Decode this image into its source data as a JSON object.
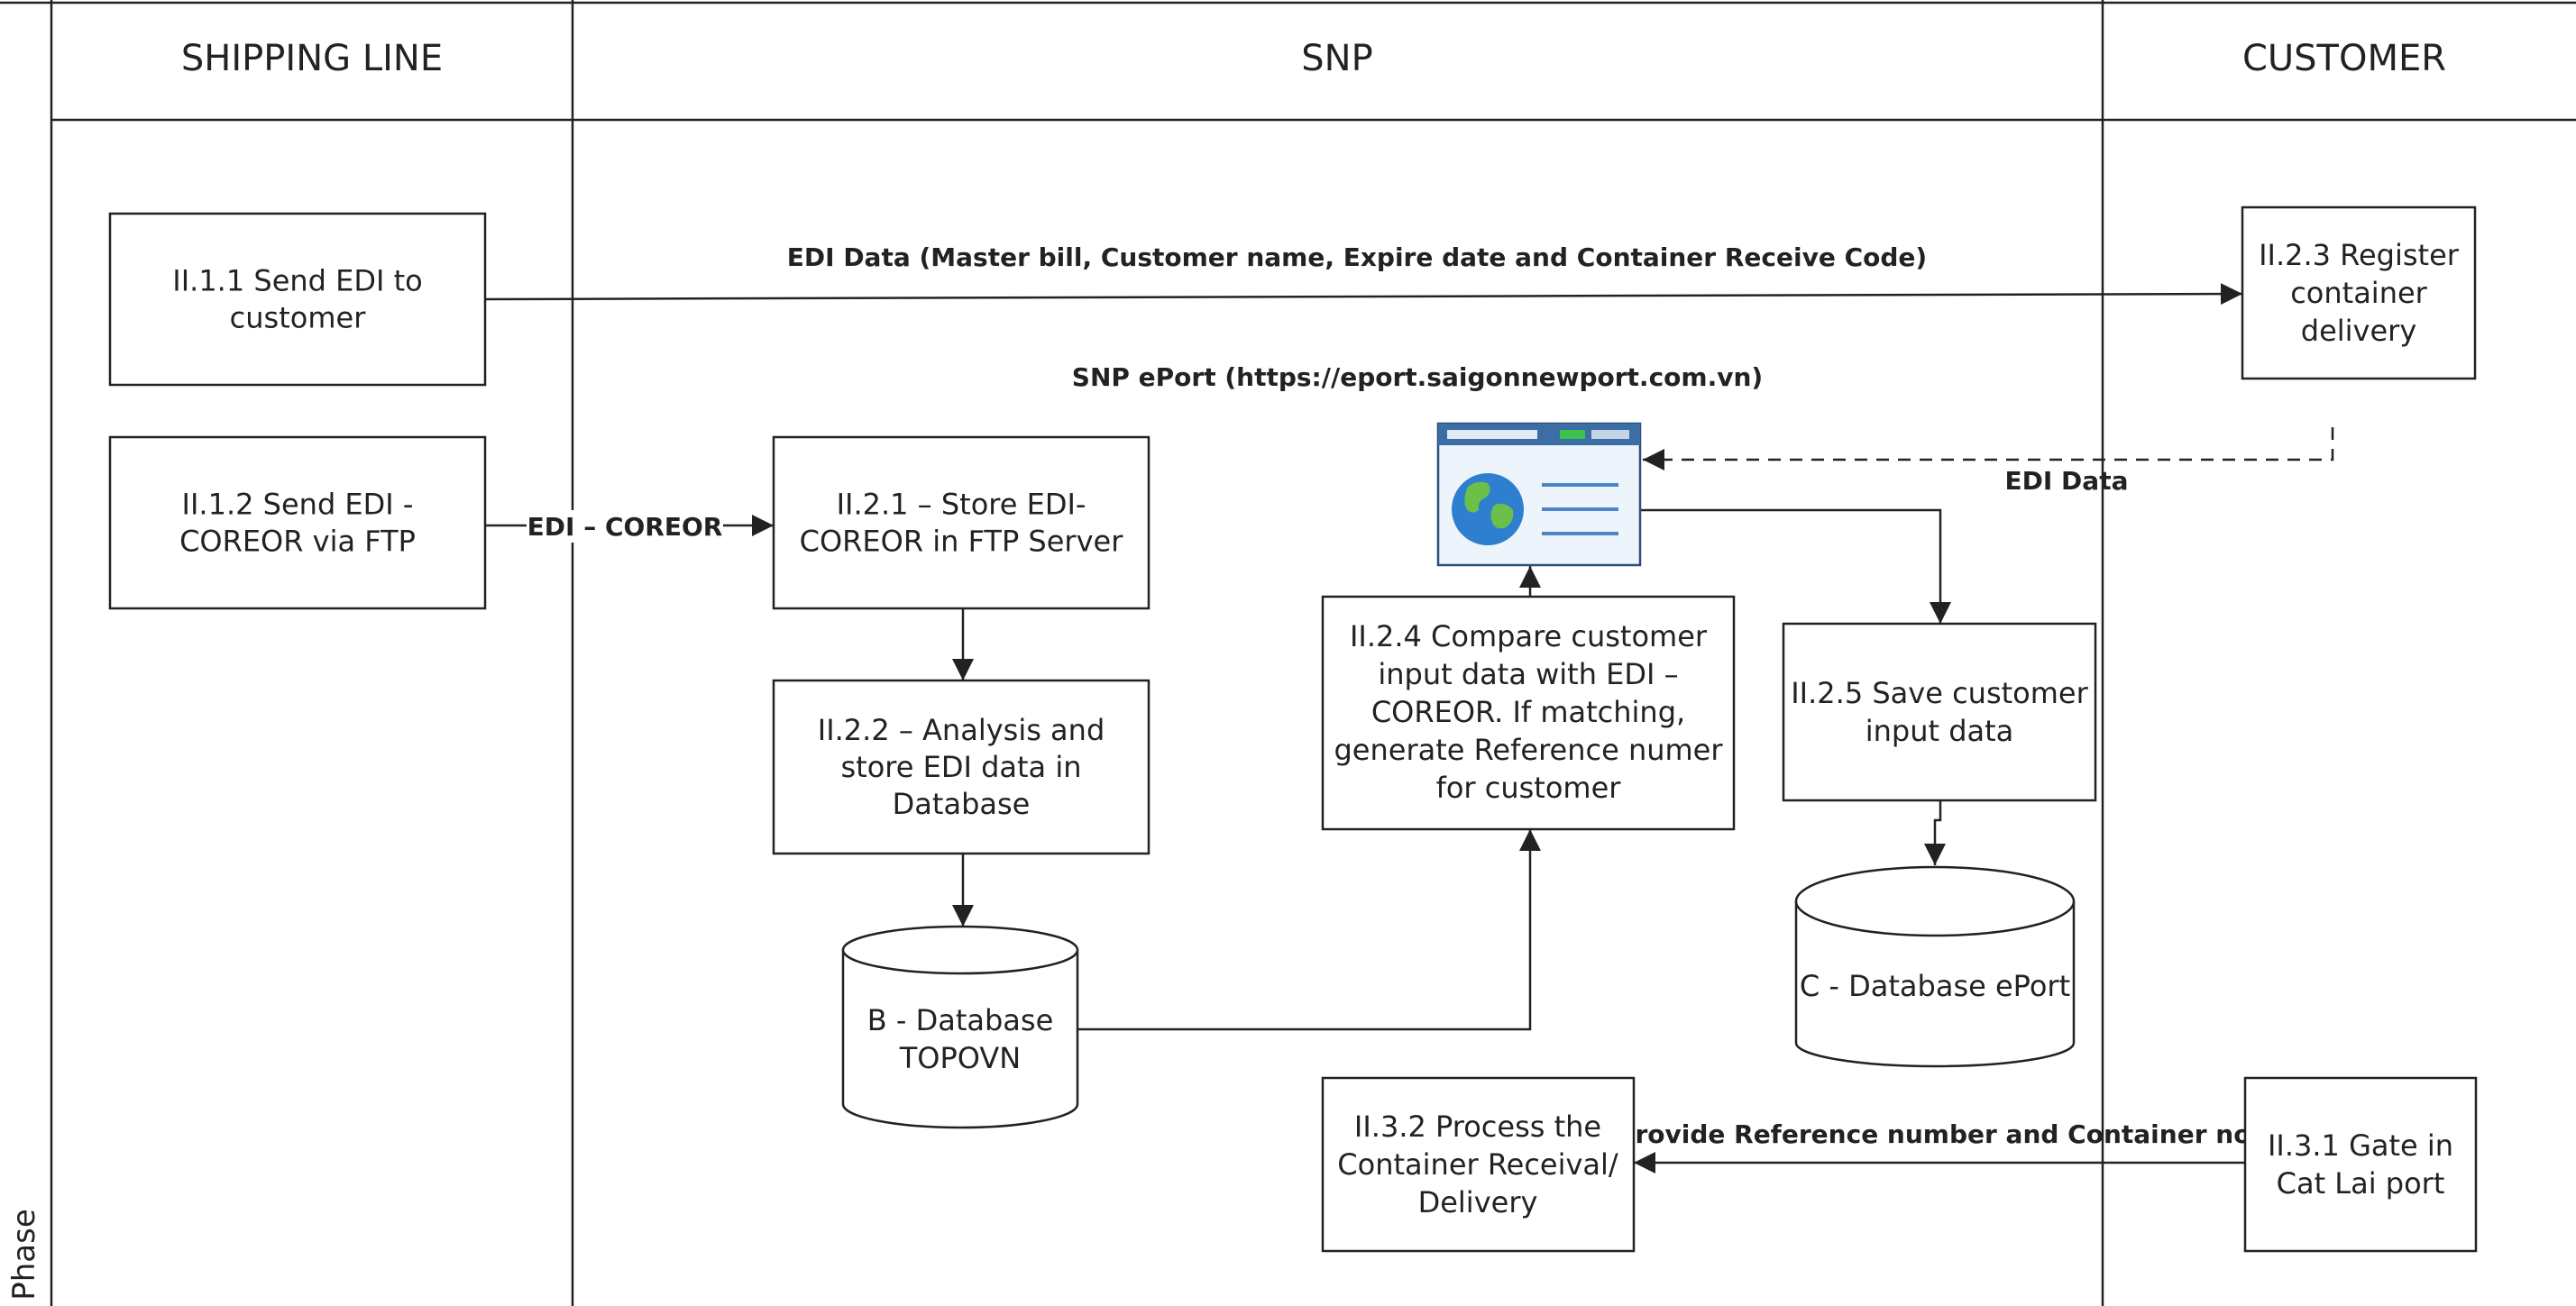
{
  "lanes": {
    "phase_label": "Phase",
    "shipping_line": "SHIPPING LINE",
    "snp": "SNP",
    "customer": "CUSTOMER"
  },
  "nodes": {
    "n_1_1": [
      "II.1.1 Send EDI to",
      "customer"
    ],
    "n_1_2": [
      "II.1.2 Send EDI  -",
      "COREOR via FTP"
    ],
    "n_2_1": [
      "II.2.1 – Store EDI-",
      "COREOR in FTP Server"
    ],
    "n_2_2": [
      "II.2.2 – Analysis and",
      "store EDI data in",
      "Database"
    ],
    "n_2_3": [
      "II.2.3 Register",
      "container",
      "delivery"
    ],
    "n_2_4": [
      "II.2.4 Compare customer",
      "input data with EDI –",
      "COREOR. If matching,",
      "generate Reference numer",
      "for customer"
    ],
    "n_2_5": [
      "II.2.5 Save customer",
      "input data"
    ],
    "n_3_1": [
      "II.3.1 Gate in",
      "Cat Lai port"
    ],
    "n_3_2": [
      "II.3.2 Process the",
      "Container Receival/",
      "Delivery"
    ],
    "db_b": [
      "B - Database",
      "TOPOVN"
    ],
    "db_c": [
      "C - Database ePort"
    ]
  },
  "edge_labels": {
    "edi_data_full": "EDI Data (Master bill, Customer name, Expire date and Container Receive Code)",
    "eport_url": "SNP ePort (https://eport.saigonnewport.com.vn)",
    "edi_data": "EDI Data",
    "edi_coreor": "EDI – COREOR",
    "provide_ref": "Provide Reference number and Container no."
  },
  "colors": {
    "browser_titlebar": "#3a6ea5",
    "browser_body": "#eef4fb",
    "globe_ocean": "#2f7fd0",
    "globe_land": "#6cc04a",
    "browser_lines": "#4a86c5",
    "browser_green_button": "#3cc24c"
  },
  "icons": {
    "eport_browser": "browser-window-globe-icon"
  }
}
